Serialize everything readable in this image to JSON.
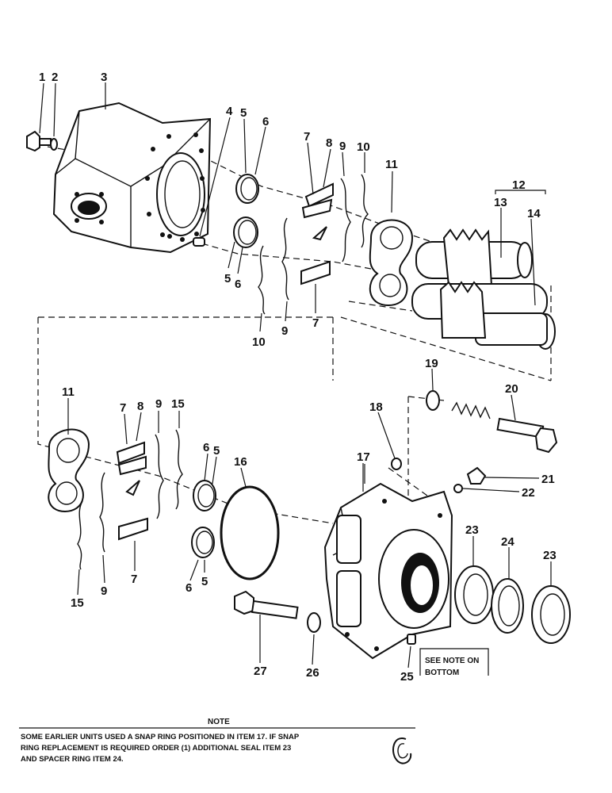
{
  "callouts": {
    "c1": "1",
    "c2": "2",
    "c3": "3",
    "c4": "4",
    "c5a": "5",
    "c6a": "6",
    "c7a": "7",
    "c8a": "8",
    "c9a": "9",
    "c10a": "10",
    "c11a": "11",
    "c12": "12",
    "c13": "13",
    "c14": "14",
    "c5b": "5",
    "c6b": "6",
    "c10b": "10",
    "c9b": "9",
    "c7b": "7",
    "c19": "19",
    "c20": "20",
    "c18": "18",
    "c17": "17",
    "c21": "21",
    "c22": "22",
    "c11b": "11",
    "c7c": "7",
    "c8b": "8",
    "c9c": "9",
    "c15a": "15",
    "c6c": "6",
    "c5c": "5",
    "c16": "16",
    "c23a": "23",
    "c24": "24",
    "c23b": "23",
    "c15b": "15",
    "c9d": "9",
    "c7d": "7",
    "c6d": "6",
    "c5d": "5",
    "c27": "27",
    "c26": "26",
    "c25": "25"
  },
  "see_note": {
    "line1": "SEE NOTE ON",
    "line2": "BOTTOM"
  },
  "note": {
    "title": "NOTE",
    "line1": "SOME EARLIER UNITS USED A SNAP RING POSITIONED IN ITEM 17.  IF SNAP",
    "line2": "RING REPLACEMENT IS REQUIRED ORDER (1) ADDITIONAL SEAL ITEM 23",
    "line3": "AND SPACER RING ITEM 24."
  }
}
